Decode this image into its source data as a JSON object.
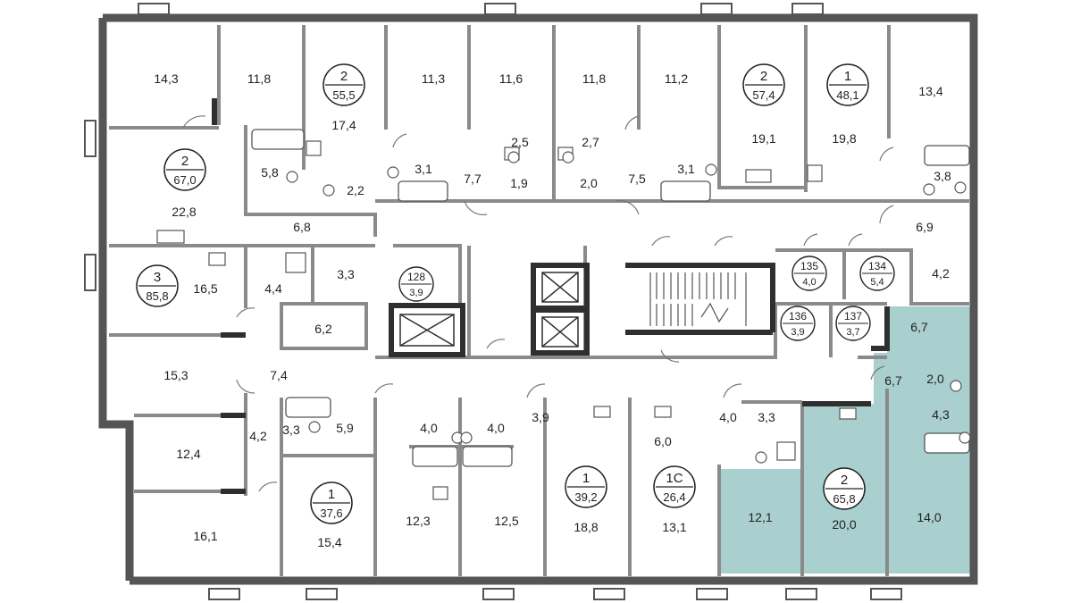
{
  "colors": {
    "wall": "#555555",
    "wall_dark": "#2f2f2f",
    "highlight": "#a9cfcf",
    "line": "#8a8a8a",
    "text": "#222222"
  },
  "apartments": [
    {
      "id": "apt-67-0",
      "rooms": "2",
      "area": "67,0"
    },
    {
      "id": "apt-55-5",
      "rooms": "2",
      "area": "55,5"
    },
    {
      "id": "apt-57-4",
      "rooms": "2",
      "area": "57,4"
    },
    {
      "id": "apt-48-1",
      "rooms": "1",
      "area": "48,1"
    },
    {
      "id": "apt-85-8",
      "rooms": "3",
      "area": "85,8"
    },
    {
      "id": "apt-37-6",
      "rooms": "1",
      "area": "37,6"
    },
    {
      "id": "apt-39-2",
      "rooms": "1",
      "area": "39,2"
    },
    {
      "id": "apt-26-4",
      "rooms": "1С",
      "area": "26,4"
    },
    {
      "id": "apt-65-8",
      "rooms": "2",
      "area": "65,8",
      "highlighted": true
    }
  ],
  "storages": [
    {
      "id": "storage-128",
      "number": "128",
      "area": "3,9"
    },
    {
      "id": "storage-135",
      "number": "135",
      "area": "4,0"
    },
    {
      "id": "storage-134",
      "number": "134",
      "area": "5,4"
    },
    {
      "id": "storage-136",
      "number": "136",
      "area": "3,9"
    },
    {
      "id": "storage-137",
      "number": "137",
      "area": "3,7"
    }
  ],
  "room_labels": [
    "14,3",
    "11,8",
    "17,4",
    "11,3",
    "11,6",
    "11,8",
    "11,2",
    "19,1",
    "19,8",
    "13,4",
    "22,8",
    "5,8",
    "3,1",
    "2,2",
    "2,5",
    "2,7",
    "7,7",
    "1,9",
    "2,0",
    "7,5",
    "3,1",
    "3,8",
    "6,8",
    "6,9",
    "16,5",
    "4,4",
    "3,3",
    "4,2",
    "6,2",
    "7,4",
    "15,3",
    "12,4",
    "16,1",
    "4,2",
    "3,3",
    "5,9",
    "4,0",
    "4,0",
    "3,9",
    "6,0",
    "4,0",
    "3,3",
    "15,4",
    "12,3",
    "12,5",
    "18,8",
    "13,1",
    "6,7",
    "6,7",
    "2,0",
    "4,3",
    "12,1",
    "20,0",
    "14,0"
  ]
}
